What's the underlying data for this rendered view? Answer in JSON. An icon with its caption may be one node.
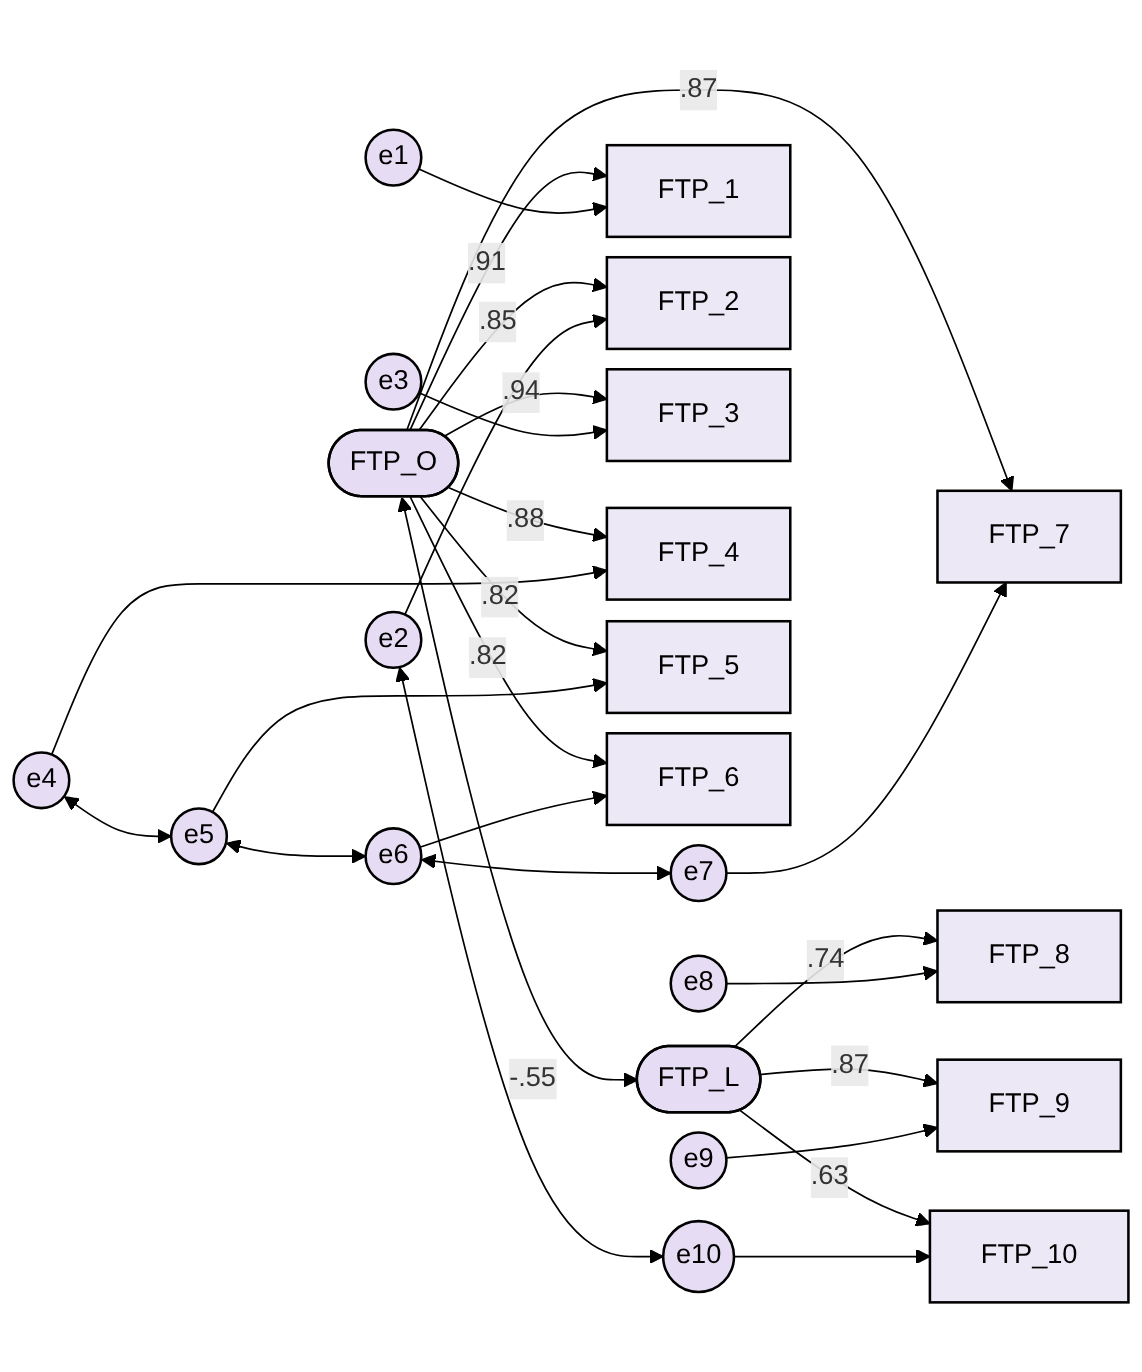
{
  "diagram": {
    "nodes": [
      {
        "text": [
          "FTP_O"
        ]
      },
      {
        "text": [
          "FTP_L"
        ]
      },
      {
        "text": [
          "FTP_1"
        ]
      },
      {
        "text": [
          "FTP_2"
        ]
      },
      {
        "text": [
          "FTP_3"
        ]
      },
      {
        "text": [
          "FTP_4"
        ]
      },
      {
        "text": [
          "FTP_5"
        ]
      },
      {
        "text": [
          "FTP_6"
        ]
      },
      {
        "text": [
          "FTP_7"
        ]
      },
      {
        "text": [
          "FTP_8"
        ]
      },
      {
        "text": [
          "FTP_9"
        ]
      },
      {
        "text": [
          "FTP_10"
        ]
      },
      {
        "text": [
          "e1"
        ]
      },
      {
        "text": [
          "e2"
        ]
      },
      {
        "text": [
          "e3"
        ]
      },
      {
        "text": [
          "e4"
        ]
      },
      {
        "text": [
          "e5"
        ]
      },
      {
        "text": [
          "e6"
        ]
      },
      {
        "text": [
          "e7"
        ]
      },
      {
        "text": [
          "e8"
        ]
      },
      {
        "text": [
          "e9"
        ]
      },
      {
        "text": [
          "e10"
        ]
      }
    ],
    "edges": [
      {
        "from": 0,
        "to": 2,
        "arrow": "to",
        "label": ".91"
      },
      {
        "from": 0,
        "to": 3,
        "arrow": "to",
        "label": ".85"
      },
      {
        "from": 0,
        "to": 4,
        "arrow": "to",
        "label": ".94"
      },
      {
        "from": 0,
        "to": 5,
        "arrow": "to",
        "label": ".88"
      },
      {
        "from": 0,
        "to": 6,
        "arrow": "to",
        "label": ".82"
      },
      {
        "from": 0,
        "to": 7,
        "arrow": "to",
        "label": ".82"
      },
      {
        "from": 0,
        "to": 8,
        "arrow": "to",
        "label": ".87"
      },
      {
        "from": 1,
        "to": 9,
        "arrow": "to",
        "label": ".74"
      },
      {
        "from": 1,
        "to": 10,
        "arrow": "to",
        "label": ".87"
      },
      {
        "from": 1,
        "to": 11,
        "arrow": "to",
        "label": ".63"
      },
      {
        "from": 0,
        "to": 1,
        "arrow": "both",
        "label": "-.55"
      },
      {
        "from": 12,
        "to": 2,
        "arrow": "to"
      },
      {
        "from": 13,
        "to": 3,
        "arrow": "to"
      },
      {
        "from": 14,
        "to": 4,
        "arrow": "to"
      },
      {
        "from": 15,
        "to": 5,
        "arrow": "to"
      },
      {
        "from": 16,
        "to": 6,
        "arrow": "to"
      },
      {
        "from": 17,
        "to": 7,
        "arrow": "to"
      },
      {
        "from": 18,
        "to": 8,
        "arrow": "to"
      },
      {
        "from": 19,
        "to": 9,
        "arrow": "to"
      },
      {
        "from": 20,
        "to": 10,
        "arrow": "to"
      },
      {
        "from": 21,
        "to": 11,
        "arrow": "to"
      },
      {
        "from": 13,
        "to": 21,
        "arrow": "both"
      },
      {
        "from": 15,
        "to": 16,
        "arrow": "both"
      },
      {
        "from": 16,
        "to": 17,
        "arrow": "both"
      },
      {
        "from": 17,
        "to": 18,
        "arrow": "both"
      }
    ]
  }
}
